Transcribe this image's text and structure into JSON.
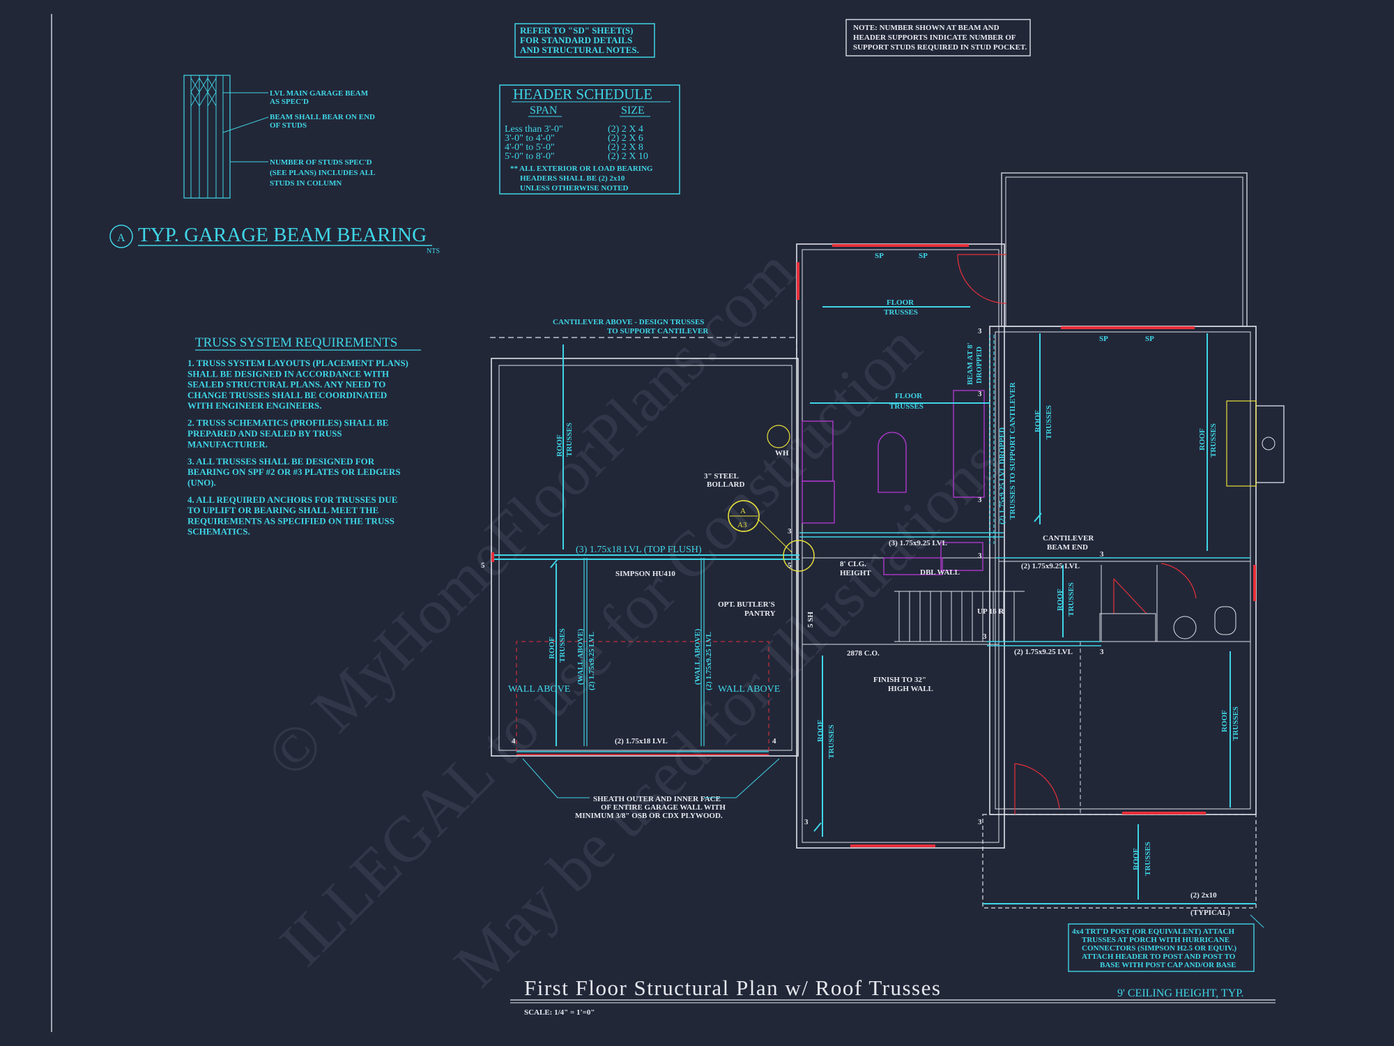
{
  "refer_note": [
    "REFER TO \"SD\" SHEET(S)",
    "FOR STANDARD DETAILS",
    "AND STRUCTURAL NOTES."
  ],
  "note_box": [
    "NOTE: NUMBER SHOWN AT BEAM AND",
    "HEADER SUPPORTS INDICATE NUMBER OF",
    "SUPPORT STUDS REQUIRED IN STUD POCKET."
  ],
  "beam_detail": {
    "callouts": [
      [
        "LVL MAIN GARAGE BEAM",
        "AS SPEC'D"
      ],
      [
        "BEAM SHALL BEAR ON END",
        "OF STUDS"
      ],
      [
        "NUMBER OF STUDS SPEC'D",
        "(SEE PLANS) INCLUDES ALL",
        "STUDS IN COLUMN"
      ]
    ],
    "marker": "A",
    "title": "TYP. GARAGE BEAM BEARING",
    "scale": "NTS"
  },
  "header_schedule": {
    "title": "HEADER SCHEDULE",
    "col_span": "SPAN",
    "col_size": "SIZE",
    "rows": [
      {
        "span": "Less than 3'-0\"",
        "size": "(2) 2 X 4"
      },
      {
        "span": "3'-0\" to 4'-0\"",
        "size": "(2) 2 X 6"
      },
      {
        "span": "4'-0\" to 5'-0\"",
        "size": "(2) 2 X 8"
      },
      {
        "span": "5'-0\" to 8'-0\"",
        "size": "(2) 2 X 10"
      }
    ],
    "footnote": [
      "** ALL EXTERIOR OR LOAD BEARING",
      "HEADERS SHALL BE (2) 2x10",
      "UNLESS OTHERWISE NOTED"
    ]
  },
  "truss_requirements": {
    "title": "TRUSS SYSTEM REQUIREMENTS",
    "lines": [
      "1. TRUSS SYSTEM LAYOUTS (PLACEMENT PLANS)",
      "SHALL BE DESIGNED IN ACCORDANCE WITH",
      "SEALED STRUCTURAL PLANS. ANY NEED TO",
      "CHANGE TRUSSES SHALL BE COORDINATED",
      "WITH ENGINEER ENGINEERS.",
      "2. TRUSS SCHEMATICS (PROFILES) SHALL BE",
      "PREPARED AND SEALED BY TRUSS",
      "MANUFACTURER.",
      "3. ALL TRUSSES SHALL BE DESIGNED FOR",
      "BEARING ON SPF #2 OR #3 PLATES OR LEDGERS",
      "(UNO).",
      "4. ALL REQUIRED ANCHORS FOR TRUSSES DUE",
      "TO UPLIFT OR BEARING SHALL MEET THE",
      "REQUIREMENTS AS SPECIFIED ON THE TRUSS",
      "SCHEMATICS."
    ]
  },
  "plan_labels": {
    "sp": "SP",
    "floor_trusses": [
      "FLOOR",
      "TRUSSES"
    ],
    "cantilever_above": [
      "CANTILEVER ABOVE - DESIGN TRUSSES",
      "TO SUPPORT CANTILEVER"
    ],
    "beam_dropped": [
      "BEAM AT 8'",
      "DROPPED"
    ],
    "lvl_dropped_text": "(2) 1.75x9.25 LVL DROPPED",
    "trusses_support_cantilever": "TRUSSES TO SUPPORT CANTILEVER",
    "roof_trusses": [
      "ROOF",
      "TRUSSES"
    ],
    "wh": "WH",
    "steel_bollard": [
      "3\" STEEL",
      "BOLLARD"
    ],
    "detail_marker_top": "A",
    "detail_marker_bottom": "A3",
    "main_beam": "(3) 1.75x18 LVL (TOP FLUSH)",
    "simpson": "SIMPSON HU410",
    "lvl_925_3": "(3) 1.75x9.25 LVL",
    "lvl_925_2": "(2) 1.75x9.25 LVL",
    "cantilever_beam_end": [
      "CANTILEVER",
      "BEAM END"
    ],
    "clg_height": [
      "8' CLG.",
      "HEIGHT"
    ],
    "dbl_wall": "DBL WALL",
    "butlers_pantry": [
      "OPT. BUTLER'S",
      "PANTRY"
    ],
    "up_stairs": "UP 16 R",
    "sh": "5 SH",
    "co": "2878 C.O.",
    "finish_wall": [
      "FINISH TO 32\"",
      "HIGH WALL"
    ],
    "wall_above": "WALL ABOVE",
    "lvl_925_wall_above": "(2) 1.75x9.25 LVL",
    "wall_above_small": "(WALL ABOVE)",
    "garage_lvl": "(2) 1.75x18 LVL",
    "sheath": [
      "SHEATH OUTER AND INNER FACE",
      "OF ENTIRE GARAGE WALL WITH",
      "MINIMUM 3/8\" OSB OR CDX PLYWOOD."
    ],
    "porch_2x10": "(2) 2x10",
    "typical": "(TYPICAL)",
    "post_note": [
      "4x4 TRT'D POST (OR EQUIVALENT) ATTACH",
      "TRUSSES AT PORCH WITH HURRICANE",
      "CONNECTORS (SIMPSON H2.5 OR EQUIV.)",
      "ATTACH HEADER TO POST AND POST TO",
      "BASE WITH POST CAP AND/OR BASE"
    ],
    "studs": [
      "3",
      "3",
      "3",
      "3",
      "3",
      "3",
      "5",
      "5",
      "4",
      "4",
      "3",
      "3",
      "3",
      "3"
    ]
  },
  "title_block": {
    "title": "First Floor Structural Plan w/ Roof Trusses",
    "ceiling": "9' CEILING HEIGHT, TYP.",
    "scale": "SCALE: 1/4\" = 1'=0\""
  },
  "watermark": [
    "© MyHomeFloorPlans.com",
    "ILLEGAL to use for Construction",
    "May be used for Illustrations"
  ],
  "colors": {
    "background": "#222738",
    "cyan": "#3fd6e6",
    "red": "#e8303a",
    "white": "#e6e8ee",
    "magenta": "#b83ad6",
    "yellow": "#e8e03a"
  }
}
